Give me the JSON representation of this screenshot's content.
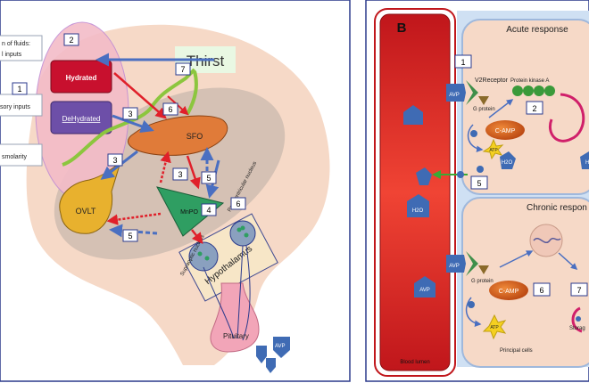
{
  "panel_a": {
    "thirst": "Thirst",
    "hydrated": "Hydrated",
    "dehydrated": "DeHydrated",
    "sfo": "SFO",
    "ovlt": "OVLT",
    "mnpo": "MnPO",
    "hypothalamus": "Hypothalamus",
    "supraoptic": "Supraoptic nucleus",
    "paraventricular": "Paraventricular nucleus",
    "pituitary": "Pituitary",
    "avp": "AVP",
    "left_box_1": "n of fluids:",
    "left_box_2": "l inputs",
    "left_box_3": "sory inputs",
    "left_box_4": "smolarity",
    "numbers": {
      "n1": "1",
      "n2": "2",
      "n3a": "3",
      "n3b": "3",
      "n3c": "3",
      "n4": "4",
      "n5a": "5",
      "n5b": "5",
      "n6a": "6",
      "n6b": "6",
      "n7": "7"
    }
  },
  "panel_b": {
    "letter": "B",
    "acute": "Acute response",
    "chronic": "Chronic respon",
    "v2receptor": "V2Receptor",
    "pka": "Protein kinase A",
    "gprotein1": "G protein",
    "gprotein2": "G protein",
    "camp1": "C-AMP",
    "camp2": "C-AMP",
    "atp1": "ATP",
    "atp2": "ATP",
    "h2o1": "H2O",
    "h2o2": "H2O",
    "h2o3": "H",
    "avp1": "AVP",
    "avp2": "AVP",
    "avp_lumen": "AVP",
    "blood_lumen": "Blood lumen",
    "principal": "Principal cells",
    "storage": "Storag",
    "numbers": {
      "b1": "1",
      "b2": "2",
      "b5": "5",
      "b6": "6",
      "b7": "7"
    }
  },
  "colors": {
    "brain": "#f6d9c7",
    "hydrated": "#c8102e",
    "dehydrated": "#6d4fa8",
    "sfo": "#e07b39",
    "ovlt": "#e8b12e",
    "mnpo": "#2f9e62",
    "blue_arrow": "#4a6fc1",
    "red_arrow": "#e0202a",
    "lumen": "#d9231f",
    "cell": "#f6d9c7"
  }
}
